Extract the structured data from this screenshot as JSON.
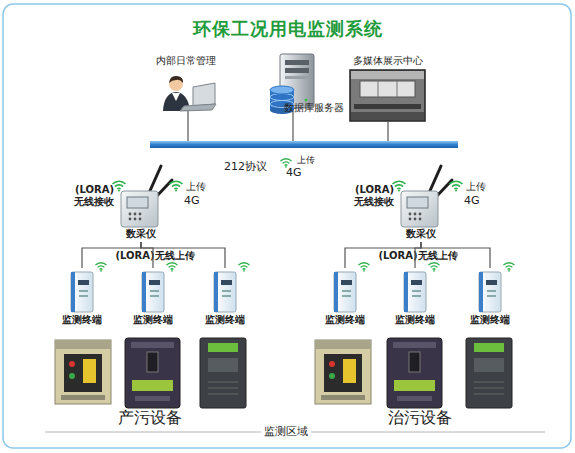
{
  "diagram": {
    "title": "环保工况用电监测系统",
    "nodes": [
      {
        "text": [
          "内部日常管理"
        ]
      },
      {
        "text": [
          "数据库服务器"
        ]
      },
      {
        "text": [
          "多媒体展示中心"
        ]
      },
      {
        "text": [
          "数采仪"
        ]
      },
      {
        "text": [
          "数采仪"
        ]
      },
      {
        "text": [
          "监测终端"
        ]
      },
      {
        "text": [
          "监测终端"
        ]
      },
      {
        "text": [
          "监测终端"
        ]
      },
      {
        "text": [
          "监测终端"
        ]
      },
      {
        "text": [
          "监测终端"
        ]
      },
      {
        "text": [
          "监测终端"
        ]
      }
    ],
    "edges": [
      {
        "from": 3,
        "to": 5,
        "arrow": "none"
      },
      {
        "from": 3,
        "to": 6,
        "arrow": "none"
      },
      {
        "from": 3,
        "to": 7,
        "arrow": "none"
      },
      {
        "from": 4,
        "to": 8,
        "arrow": "none"
      },
      {
        "from": 4,
        "to": 9,
        "arrow": "none"
      },
      {
        "from": 4,
        "to": 10,
        "arrow": "none"
      }
    ],
    "labels": [
      "212协议",
      "上传",
      "4G",
      "(LORA) 无线接收",
      "上传",
      "4G",
      "(LORA)无线上传",
      "(LORA) 无线接收",
      "上传",
      "4G",
      "(LORA)无线上传",
      "产污设备",
      "治污设备",
      "监测区域"
    ]
  }
}
